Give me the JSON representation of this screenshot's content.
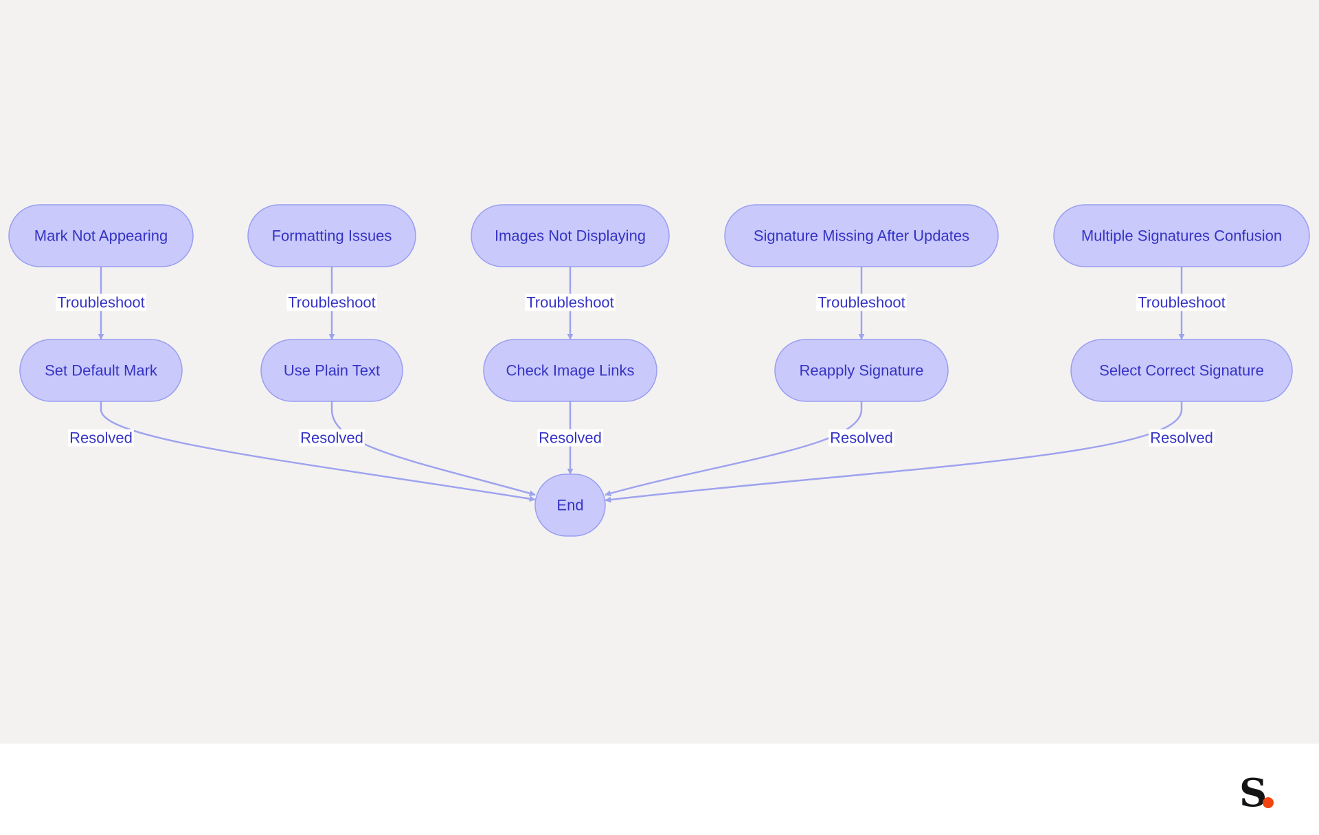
{
  "diagram": {
    "nodes": [
      {
        "id": "mark-not-appearing",
        "label": "Mark Not Appearing"
      },
      {
        "id": "formatting-issues",
        "label": "Formatting Issues"
      },
      {
        "id": "images-not-displaying",
        "label": "Images Not Displaying"
      },
      {
        "id": "signature-missing",
        "label": "Signature Missing After Updates"
      },
      {
        "id": "multiple-signatures",
        "label": "Multiple Signatures Confusion"
      },
      {
        "id": "set-default-mark",
        "label": "Set Default Mark"
      },
      {
        "id": "use-plain-text",
        "label": "Use Plain Text"
      },
      {
        "id": "check-image-links",
        "label": "Check Image Links"
      },
      {
        "id": "reapply-signature",
        "label": "Reapply Signature"
      },
      {
        "id": "select-correct-signature",
        "label": "Select Correct Signature"
      },
      {
        "id": "end",
        "label": "End"
      }
    ],
    "edges": [
      {
        "from": "mark-not-appearing",
        "to": "set-default-mark",
        "label": "Troubleshoot"
      },
      {
        "from": "formatting-issues",
        "to": "use-plain-text",
        "label": "Troubleshoot"
      },
      {
        "from": "images-not-displaying",
        "to": "check-image-links",
        "label": "Troubleshoot"
      },
      {
        "from": "signature-missing",
        "to": "reapply-signature",
        "label": "Troubleshoot"
      },
      {
        "from": "multiple-signatures",
        "to": "select-correct-signature",
        "label": "Troubleshoot"
      },
      {
        "from": "set-default-mark",
        "to": "end",
        "label": "Resolved"
      },
      {
        "from": "use-plain-text",
        "to": "end",
        "label": "Resolved"
      },
      {
        "from": "check-image-links",
        "to": "end",
        "label": "Resolved"
      },
      {
        "from": "reapply-signature",
        "to": "end",
        "label": "Resolved"
      },
      {
        "from": "select-correct-signature",
        "to": "end",
        "label": "Resolved"
      }
    ]
  },
  "colors": {
    "node_fill": "#c9c9fb",
    "node_stroke": "#9a9ef0",
    "text": "#3533c4",
    "edge": "#9ea3ee",
    "background": "#f3f2f1",
    "logo_dot": "#f2440f"
  },
  "footer": {
    "logo_text": "S"
  }
}
